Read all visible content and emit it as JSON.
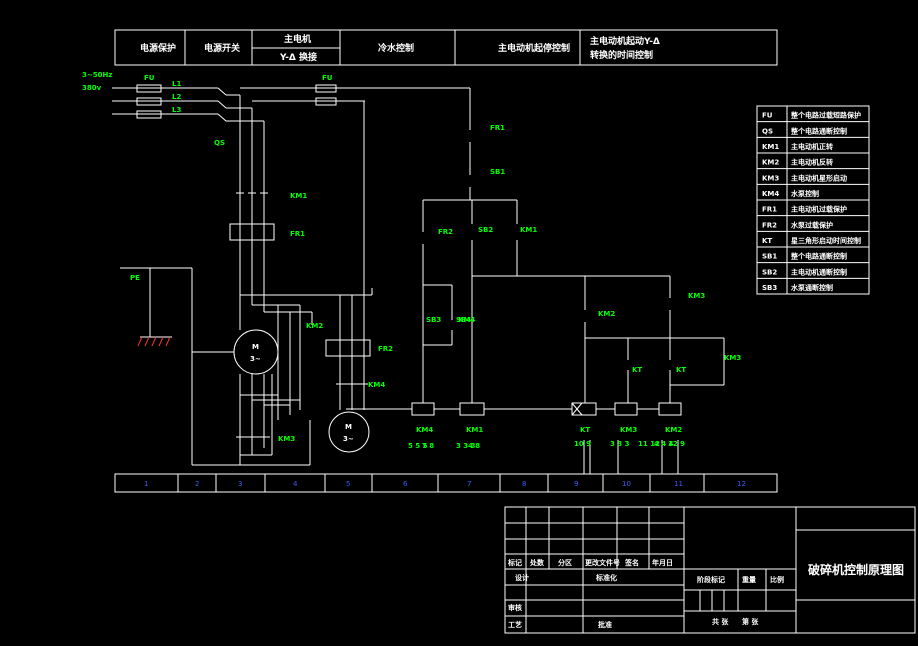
{
  "header_cells": [
    "电源保护",
    "电源开关",
    "主电机",
    "Y-Δ 换接",
    "冷水控制",
    "主电动机起停控制",
    "主电动机起动Y-Δ",
    "转换的时间控制"
  ],
  "supply": {
    "freq": "3~50Hz",
    "volt": "380v",
    "lines": [
      "L1",
      "L2",
      "L3"
    ],
    "fuse1": "FU",
    "fuse2": "FU",
    "switch": "QS"
  },
  "motor_labels": [
    "KM1",
    "FR1",
    "KM2",
    "KM3",
    "FR2",
    "KM4",
    "PE",
    "M",
    "3~",
    "M",
    "3~"
  ],
  "control_labels": [
    "FR1",
    "SB1",
    "FR2",
    "SB3",
    "SB2",
    "KM1",
    "SB4",
    "KM4",
    "KM2",
    "KM3",
    "KT",
    "KT",
    "KM3"
  ],
  "coil_labels": [
    "KM4",
    "KM1",
    "KT",
    "KM3",
    "KM2"
  ],
  "coil_refs": [
    "5 5 5",
    "7 8",
    "3 3 3",
    "4 8",
    "10 9",
    "3 3 3",
    "11 12",
    "4 4 4",
    "12 9"
  ],
  "ruler": [
    "1",
    "2",
    "3",
    "4",
    "5",
    "6",
    "7",
    "8",
    "9",
    "10",
    "11",
    "12"
  ],
  "legend": [
    [
      "FU",
      "整个电路过载短路保护"
    ],
    [
      "QS",
      "整个电路通断控制"
    ],
    [
      "KM1",
      "主电动机正转"
    ],
    [
      "KM2",
      "主电动机反转"
    ],
    [
      "KM3",
      "主电动机星形启动"
    ],
    [
      "KM4",
      "水泵控制"
    ],
    [
      "FR1",
      "主电动机过载保护"
    ],
    [
      "FR2",
      "水泵过载保护"
    ],
    [
      "KT",
      "星三角形启动时间控制"
    ],
    [
      "SB1",
      "整个电路通断控制"
    ],
    [
      "SB2",
      "主电动机通断控制"
    ],
    [
      "SB3",
      "水泵通断控制"
    ]
  ],
  "title_block": {
    "drawing_title": "破碎机控制原理图",
    "row_labels": [
      "标记",
      "处数",
      "分区",
      "更改文件号",
      "签名",
      "年月日"
    ],
    "design": "设计",
    "standard": "标准化",
    "stage": "阶段标记",
    "weight": "重量",
    "scale": "比例",
    "review": "审核",
    "process": "工艺",
    "approve": "批准",
    "sheets": "共 张",
    "sheet_no": "第 张"
  }
}
